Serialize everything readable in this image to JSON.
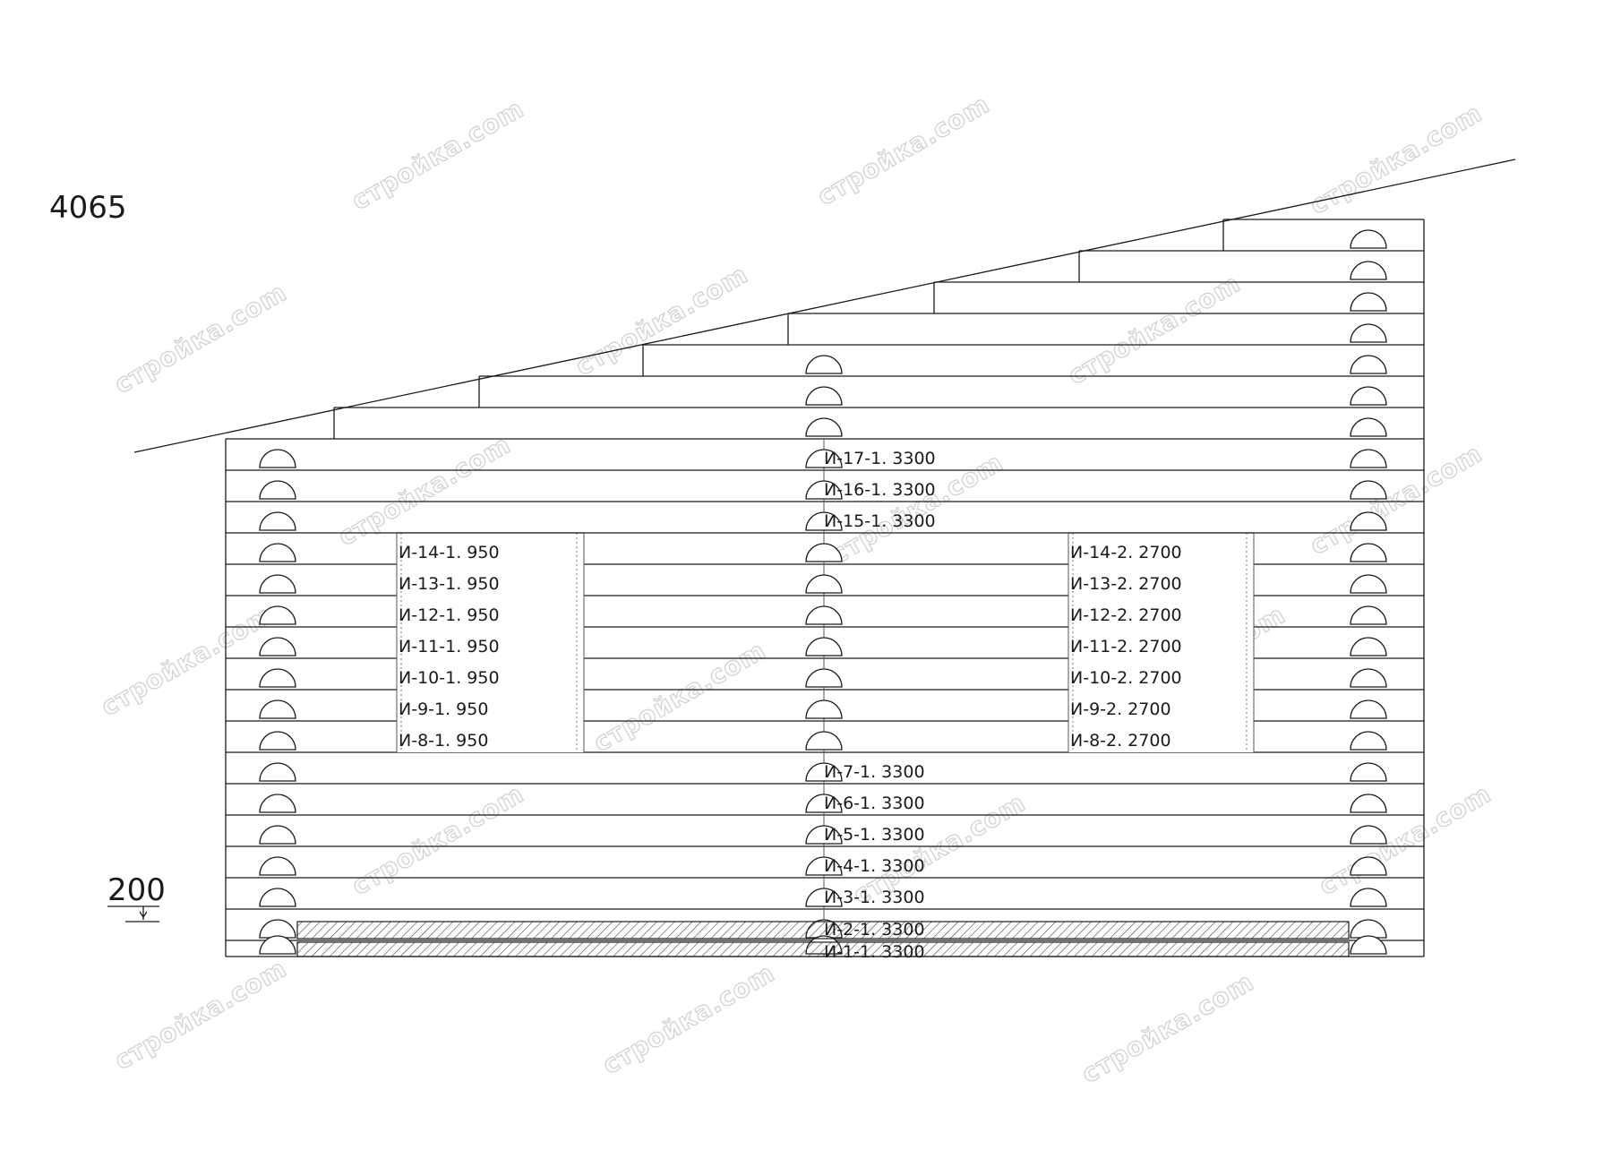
{
  "drawing": {
    "height_label": "4065",
    "base_label": "200",
    "watermark": "стройка.com"
  },
  "labels": {
    "full": [
      "И-17-1. 3300",
      "И-16-1. 3300",
      "И-15-1. 3300",
      "И-7-1. 3300",
      "И-6-1. 3300",
      "И-5-1. 3300",
      "И-4-1. 3300",
      "И-3-1. 3300",
      "И-2-1. 3300",
      "И-1-1. 3300"
    ],
    "left": [
      "И-14-1. 950",
      "И-13-1. 950",
      "И-12-1. 950",
      "И-11-1. 950",
      "И-10-1. 950",
      "И-9-1. 950",
      "И-8-1. 950"
    ],
    "right": [
      "И-14-2. 2700",
      "И-13-2. 2700",
      "И-12-2. 2700",
      "И-11-2. 2700",
      "И-10-2. 2700",
      "И-9-2. 2700",
      "И-8-2. 2700"
    ]
  }
}
